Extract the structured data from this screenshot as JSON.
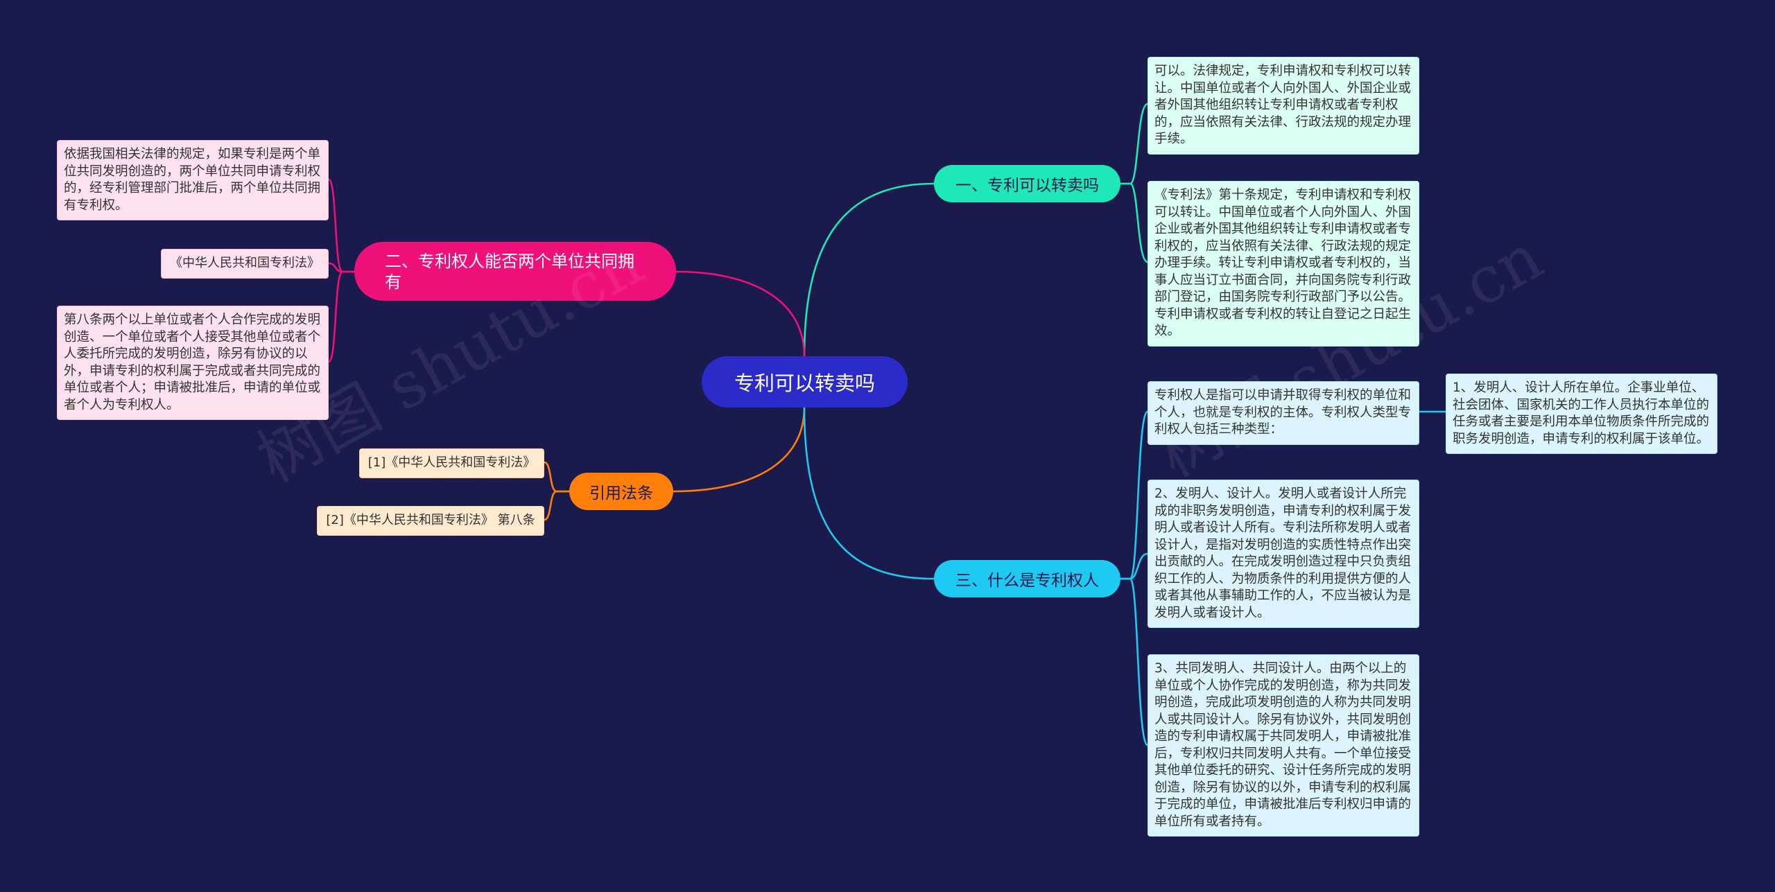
{
  "watermark": "树图 shutu.cn",
  "colors": {
    "background": "#1b1a4c",
    "root": "#2b2bc9",
    "branch_1": "#1ee8b7",
    "branch_2": "#f0107a",
    "branch_3": "#ff7f0a",
    "branch_4": "#1ec9f2"
  },
  "root": {
    "label": "专利可以转卖吗"
  },
  "branches": [
    {
      "label": "一、专利可以转卖吗",
      "children": [
        {
          "text": "可以。法律规定，专利申请权和专利权可以转让。中国单位或者个人向外国人、外国企业或者外国其他组织转让专利申请权或者专利权的，应当依照有关法律、行政法规的规定办理手续。"
        },
        {
          "text": "《专利法》第十条规定，专利申请权和专利权可以转让。中国单位或者个人向外国人、外国企业或者外国其他组织转让专利申请权或者专利权的，应当依照有关法律、行政法规的规定办理手续。转让专利申请权或者专利权的，当事人应当订立书面合同，并向国务院专利行政部门登记，由国务院专利行政部门予以公告。专利申请权或者专利权的转让自登记之日起生效。"
        }
      ]
    },
    {
      "label": "二、专利权人能否两个单位共同拥有",
      "children": [
        {
          "text": "依据我国相关法律的规定，如果专利是两个单位共同发明创造的，两个单位共同申请专利权的，经专利管理部门批准后，两个单位共同拥有专利权。"
        },
        {
          "text": "《中华人民共和国专利法》"
        },
        {
          "text": "第八条两个以上单位或者个人合作完成的发明创造、一个单位或者个人接受其他单位或者个人委托所完成的发明创造，除另有协议的以外，申请专利的权利属于完成或者共同完成的单位或者个人；申请被批准后，申请的单位或者个人为专利权人。"
        }
      ]
    },
    {
      "label": "引用法条",
      "children": [
        {
          "text": "[1]《中华人民共和国专利法》"
        },
        {
          "text": "[2]《中华人民共和国专利法》 第八条"
        }
      ]
    },
    {
      "label": "三、什么是专利权人",
      "children": [
        {
          "text": "专利权人是指可以申请并取得专利权的单位和个人，也就是专利权的主体。专利权人类型专利权人包括三种类型：",
          "children": [
            {
              "text": "1、发明人、设计人所在单位。企事业单位、社会团体、国家机关的工作人员执行本单位的任务或者主要是利用本单位物质条件所完成的职务发明创造，申请专利的权利属于该单位。"
            }
          ]
        },
        {
          "text": "2、发明人、设计人。发明人或者设计人所完成的非职务发明创造，申请专利的权利属于发明人或者设计人所有。专利法所称发明人或者设计人，是指对发明创造的实质性特点作出突出贡献的人。在完成发明创造过程中只负责组织工作的人、为物质条件的利用提供方便的人或者其他从事辅助工作的人，不应当被认为是发明人或者设计人。"
        },
        {
          "text": "3、共同发明人、共同设计人。由两个以上的单位或个人协作完成的发明创造，称为共同发明创造，完成此项发明创造的人称为共同发明人或共同设计人。除另有协议外，共同发明创造的专利申请权属于共同发明人，申请被批准后，专利权归共同发明人共有。一个单位接受其他单位委托的研究、设计任务所完成的发明创造，除另有协议的以外，申请专利的权利属于完成的单位，申请被批准后专利权归申请的单位所有或者持有。"
        }
      ]
    }
  ]
}
